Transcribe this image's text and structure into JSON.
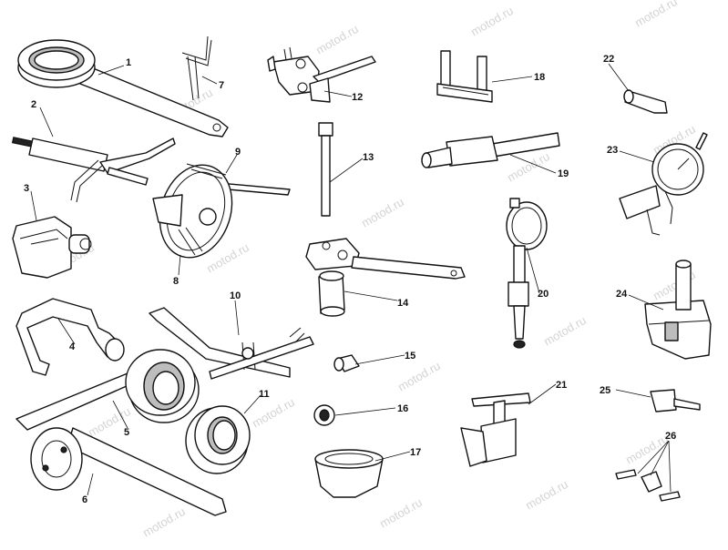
{
  "watermark": "motod.ru",
  "labels": [
    "1",
    "2",
    "3",
    "4",
    "5",
    "6",
    "7",
    "8",
    "9",
    "10",
    "11",
    "12",
    "13",
    "14",
    "15",
    "16",
    "17",
    "18",
    "19",
    "20",
    "21",
    "22",
    "23",
    "24",
    "25",
    "26"
  ]
}
